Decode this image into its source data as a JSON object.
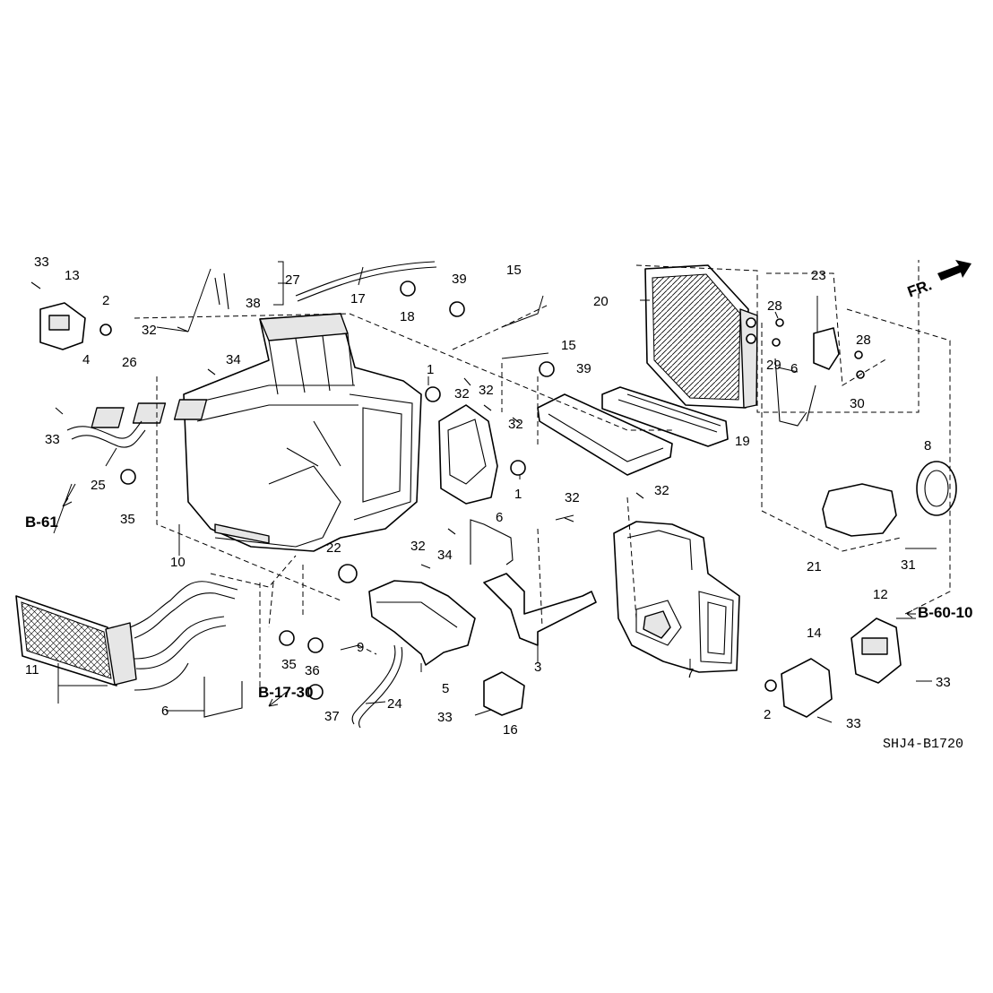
{
  "fr_label": "FR.",
  "diagram_code": "SHJ4-B1720",
  "cross_refs": {
    "b61": "B-61",
    "b1730": "B-17-30",
    "b6010": "B-60-10"
  },
  "callouts": {
    "c1a": "1",
    "c1b": "1",
    "c2a": "2",
    "c2b": "2",
    "c3": "3",
    "c4": "4",
    "c5": "5",
    "c6a": "6",
    "c6b": "6",
    "c6c": "6",
    "c7": "7",
    "c8": "8",
    "c9": "9",
    "c10": "10",
    "c11": "11",
    "c12": "12",
    "c13": "13",
    "c14": "14",
    "c15a": "15",
    "c15b": "15",
    "c16": "16",
    "c17": "17",
    "c18": "18",
    "c19": "19",
    "c20": "20",
    "c21": "21",
    "c22": "22",
    "c23": "23",
    "c24": "24",
    "c25": "25",
    "c26": "26",
    "c27": "27",
    "c28a": "28",
    "c28b": "28",
    "c29": "29",
    "c30": "30",
    "c31": "31",
    "c32a": "32",
    "c32b": "32",
    "c32c": "32",
    "c32d": "32",
    "c32e": "32",
    "c32f": "32",
    "c32g": "32",
    "c33a": "33",
    "c33b": "33",
    "c33c": "33",
    "c33d": "33",
    "c33e": "33",
    "c34a": "34",
    "c34b": "34",
    "c35a": "35",
    "c35b": "35",
    "c36": "36",
    "c37": "37",
    "c38": "38",
    "c39a": "39",
    "c39b": "39"
  }
}
